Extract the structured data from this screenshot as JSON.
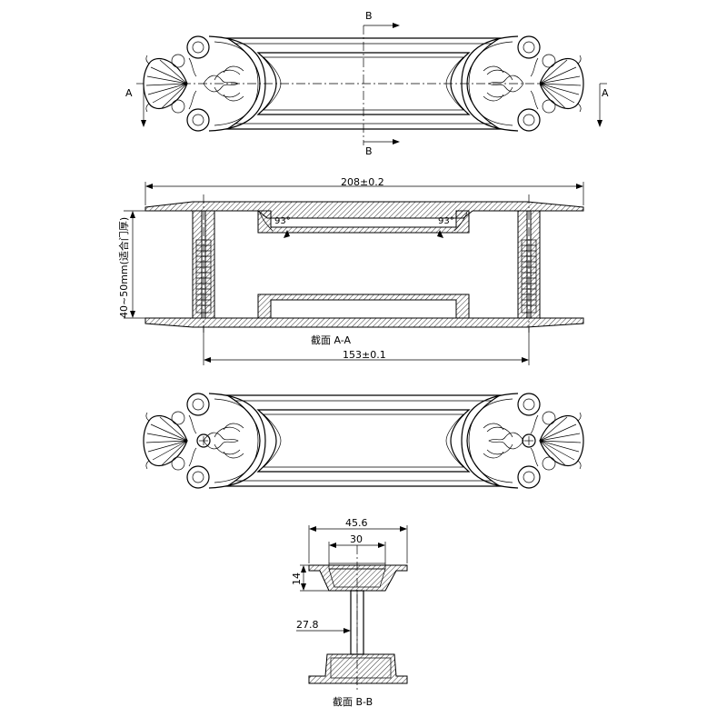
{
  "section_markers": {
    "a": "A",
    "b": "B"
  },
  "dimensions": {
    "overall_length": "208±0.2",
    "hole_spacing": "153±0.1",
    "door_thickness": "40~50mm(适合门厚)",
    "angle_left": "93°",
    "angle_right": "93°",
    "bb_width_outer": "45.6",
    "bb_width_inner": "30",
    "bb_height": "14",
    "bb_stem": "27.8"
  },
  "section_titles": {
    "aa": "截面 A-A",
    "bb": "截面 B-B"
  }
}
